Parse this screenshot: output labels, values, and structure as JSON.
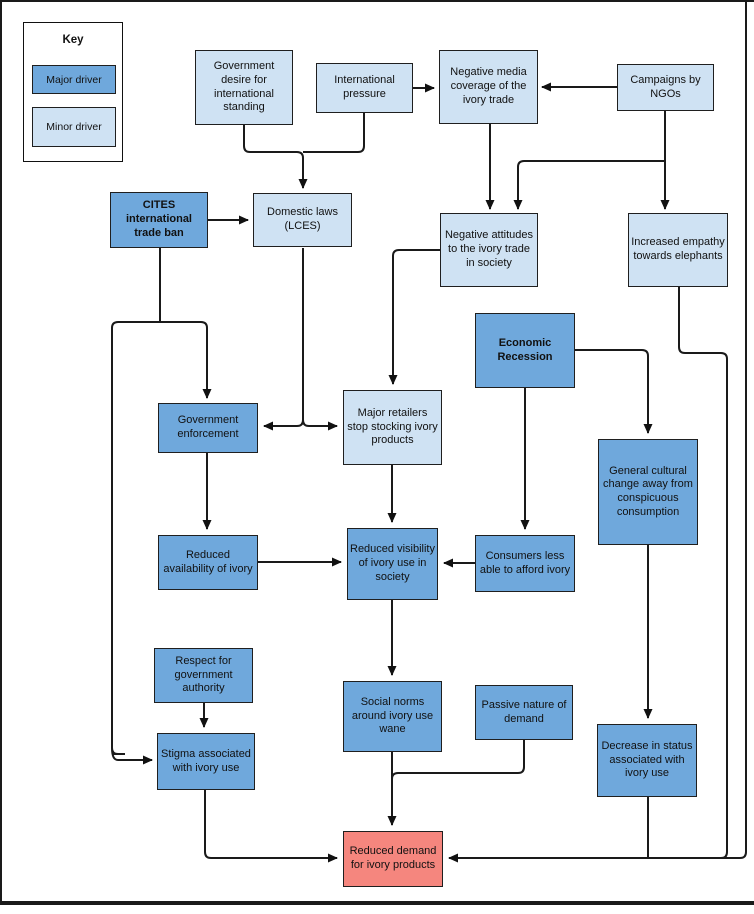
{
  "key": {
    "title": "Key",
    "major_label": "Major driver",
    "minor_label": "Minor driver"
  },
  "colors": {
    "major": "#6fa8dc",
    "minor": "#cfe2f3",
    "outcome": "#f5867e",
    "line": "#1a1a1a",
    "border": "#1f1f1f"
  },
  "diagram": {
    "nodes": [
      {
        "id": "gov-desire",
        "label": "Government desire for international standing",
        "type": "minor"
      },
      {
        "id": "intl-pressure",
        "label": "International pressure",
        "type": "minor"
      },
      {
        "id": "neg-media",
        "label": "Negative media coverage of the ivory trade",
        "type": "minor"
      },
      {
        "id": "campaigns",
        "label": "Campaigns by NGOs",
        "type": "minor"
      },
      {
        "id": "cites",
        "label": "CITES international trade ban",
        "type": "major",
        "bold": true
      },
      {
        "id": "domestic-laws",
        "label": "Domestic laws (LCES)",
        "type": "minor"
      },
      {
        "id": "neg-attitudes",
        "label": "Negative attitudes to the ivory trade in society",
        "type": "minor"
      },
      {
        "id": "empathy",
        "label": "Increased empathy towards elephants",
        "type": "minor"
      },
      {
        "id": "recession",
        "label": "Economic Recession",
        "type": "major",
        "bold": true
      },
      {
        "id": "gov-enforcement",
        "label": "Government enforcement",
        "type": "major"
      },
      {
        "id": "retailers",
        "label": "Major retailers stop stocking ivory products",
        "type": "minor"
      },
      {
        "id": "cultural-change",
        "label": "General cultural change away from conspicuous consumption",
        "type": "major"
      },
      {
        "id": "reduced-availability",
        "label": "Reduced availability of ivory",
        "type": "major"
      },
      {
        "id": "reduced-visibility",
        "label": "Reduced visibility of ivory use in society",
        "type": "major"
      },
      {
        "id": "consumers",
        "label": "Consumers less able to afford ivory",
        "type": "major"
      },
      {
        "id": "respect",
        "label": "Respect for government authority",
        "type": "major"
      },
      {
        "id": "stigma",
        "label": "Stigma associated with ivory use",
        "type": "major"
      },
      {
        "id": "social-norms",
        "label": "Social norms around ivory use wane",
        "type": "major"
      },
      {
        "id": "passive",
        "label": "Passive nature of demand",
        "type": "major"
      },
      {
        "id": "decrease-status",
        "label": "Decrease in status associated with ivory use",
        "type": "major"
      },
      {
        "id": "reduced-demand",
        "label": "Reduced demand for ivory products",
        "type": "outcome"
      }
    ]
  }
}
